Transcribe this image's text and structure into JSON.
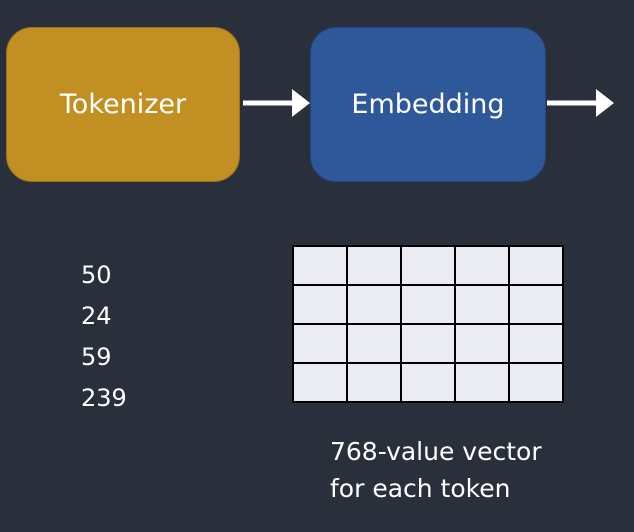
{
  "stages": {
    "tokenizer": {
      "label": "Tokenizer",
      "color": "#c18f22"
    },
    "embedding": {
      "label": "Embedding",
      "color": "#2f589b"
    }
  },
  "token_ids": [
    "50",
    "24",
    "59",
    "239"
  ],
  "vector_grid": {
    "rows": 4,
    "columns": 5,
    "cell_color": "#ebebf4",
    "line_color": "#000000"
  },
  "caption": {
    "line1": "768-value vector",
    "line2": "for each token"
  },
  "colors": {
    "background": "#292f3b",
    "text": "#ffffff",
    "arrow": "#ffffff"
  }
}
